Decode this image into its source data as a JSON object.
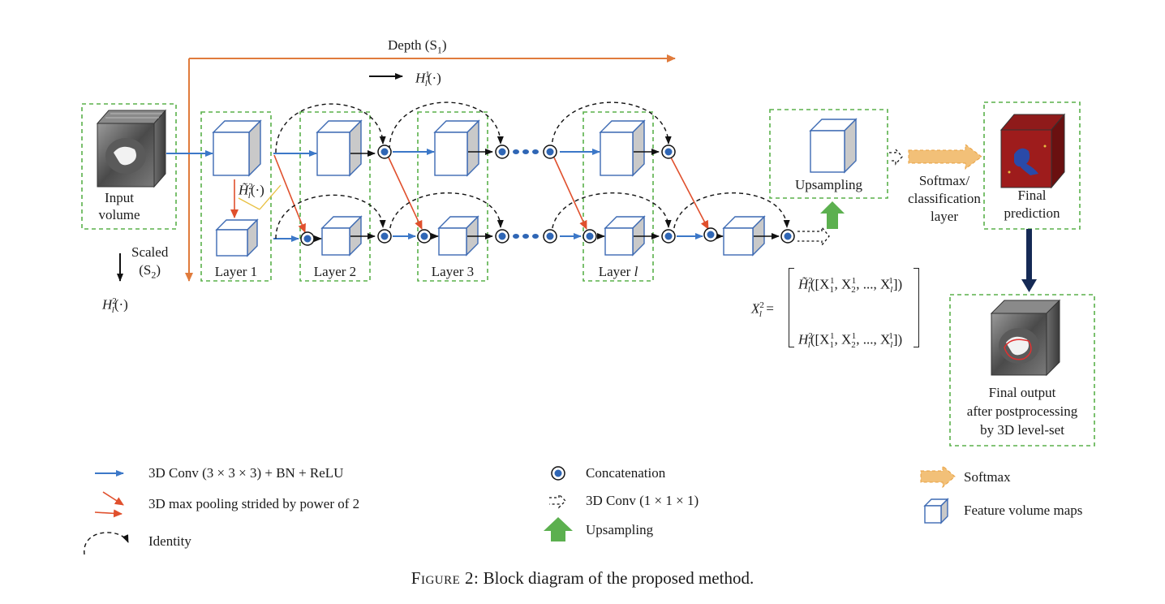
{
  "labels": {
    "depth": "Depth (S",
    "depth_sub": "1",
    "depth_close": ")",
    "h1": "H",
    "h1_sup": "1",
    "h1_sub": "l",
    "h1_tail": "(·)",
    "scaled_line1": "Scaled",
    "scaled_line2": "(S",
    "scaled_sub": "2",
    "scaled_close": ")",
    "h2": "H",
    "h2_sup": "2",
    "h2_sub": "l",
    "h2_tail": "(·)",
    "h2_tilde": "H̃",
    "input_line1": "Input",
    "input_line2": "volume",
    "layer1": "Layer 1",
    "layer2": "Layer 2",
    "layer3": "Layer 3",
    "layerl": "Layer ",
    "layerl_var": "l",
    "upsampling_box": "Upsampling",
    "softmax_line1": "Softmax/",
    "softmax_line2": "classification",
    "softmax_line3": "layer",
    "final_pred_line1": "Final",
    "final_pred_line2": "prediction",
    "final_out_line1": "Final output",
    "final_out_line2": "after postprocessing",
    "final_out_line3": "by 3D level-set",
    "eq_lhs": "X",
    "eq_row1": "([X",
    "eq_row1_rest": ", X",
    "eq_row1_end": ", ..., X",
    "eq_close": "])"
  },
  "legend": {
    "conv": "3D Conv (3 × 3 × 3) + BN + ReLU",
    "pool": "3D max pooling strided by power of 2",
    "identity": "Identity",
    "concat": "Concatenation",
    "conv1": "3D Conv (1 × 1 × 1)",
    "upsampling": "Upsampling",
    "softmax": "Softmax",
    "feature": "Feature volume maps"
  },
  "caption": {
    "prefix": "Figure 2:",
    "text": " Block diagram of the proposed method."
  },
  "colors": {
    "blue_arrow": "#3c78c8",
    "red_arrow": "#e0502d",
    "orange": "#e07b3c",
    "green_dash": "#5ab04a",
    "green_arrow": "#5cb04f",
    "softmax_fill": "#f2c078",
    "cube_edge": "#3d6ab3",
    "concat": "#2f66b5"
  }
}
